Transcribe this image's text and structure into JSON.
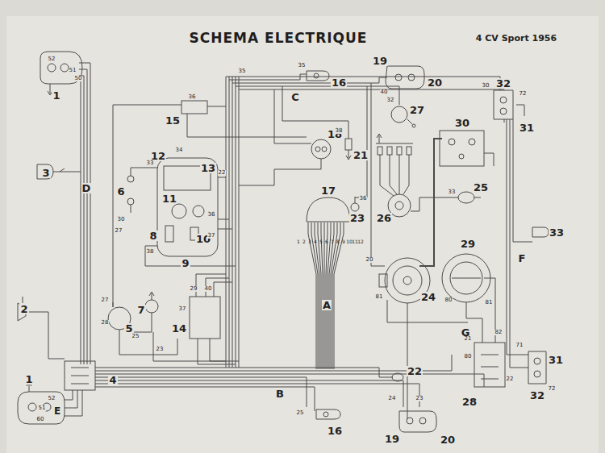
{
  "diagram": {
    "title": "SCHEMA ELECTRIQUE",
    "labels": [
      "4 CV Sport 1956",
      "1",
      "52",
      "51",
      "50",
      "3",
      "D",
      "2",
      "1",
      "52",
      "51",
      "E",
      "60",
      "4",
      "5",
      "6",
      "7",
      "8",
      "9",
      "10",
      "11",
      "12",
      "13",
      "14",
      "15",
      "16",
      "35",
      "19",
      "20",
      "40",
      "C",
      "27",
      "32",
      "31",
      "30",
      "18",
      "21",
      "17",
      "23",
      "26",
      "25",
      "33",
      "F",
      "29",
      "24",
      "A",
      "G",
      "22",
      "28",
      "31",
      "32",
      "B",
      "16",
      "19",
      "20",
      "35",
      "36",
      "33",
      "34",
      "22",
      "36",
      "37",
      "38",
      "30",
      "27",
      "27",
      "28",
      "25",
      "23",
      "29",
      "40",
      "37",
      "20",
      "81",
      "80",
      "81",
      "82",
      "80",
      "21",
      "22",
      "30",
      "72",
      "71",
      "72",
      "38",
      "36",
      "33",
      "32",
      "25",
      "24",
      "23",
      "1",
      "2",
      "3",
      "4",
      "5",
      "6",
      "7",
      "8",
      "9",
      "10",
      "11",
      "12"
    ]
  }
}
